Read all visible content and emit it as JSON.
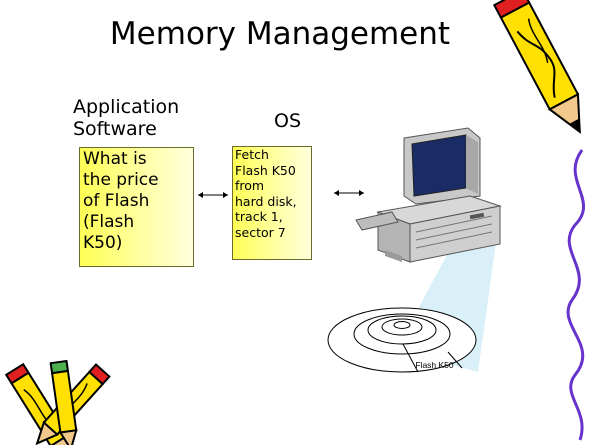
{
  "slide": {
    "title": "Memory Management",
    "app_label": "Application\nSoftware",
    "os_label": "OS",
    "app_box_text": "What is\nthe price\nof Flash\n(Flash\nK50)",
    "os_box_text": "Fetch\nFlash K50\nfrom\nhard disk,\ntrack 1,\nsector 7",
    "disk_label": "Flash K50"
  },
  "colors": {
    "box_fill": "#ffff66",
    "pencil_yellow": "#ffe000",
    "pencil_red": "#e02020",
    "squiggle_purple": "#6633cc"
  },
  "icons": [
    "pencil-icon",
    "crossed-pencils-icon",
    "computer-icon",
    "hard-disk-platter-icon",
    "double-arrow-icon"
  ]
}
